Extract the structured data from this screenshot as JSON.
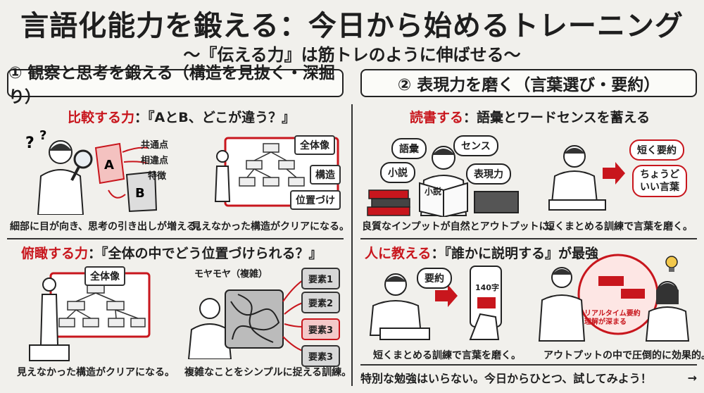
{
  "title": "言語化能力を鍛える：今日から始めるトレーニング",
  "subtitle": "〜『伝える力』は筋トレのように伸ばせる〜",
  "left": {
    "header": "① 観察と思考を鍛える（構造を見抜く・深掘り）",
    "compare": {
      "heading_red": "比較する力",
      "heading_rest": "：『AとB、どこが違う？』",
      "marks": [
        "?",
        "?"
      ],
      "box_a": "A",
      "box_b": "B",
      "labels": [
        "共通点",
        "相違点",
        "特徴"
      ],
      "caption": "細部に目が向き、思考の引き出しが増える。"
    },
    "structure": {
      "labels": [
        "全体像",
        "構造",
        "位置づけ"
      ],
      "caption": "見えなかった構造がクリアになる。"
    },
    "overview": {
      "heading_red": "俯瞰する力",
      "heading_rest": "：『全体の中でどう位置づけられる？』",
      "label": "全体像",
      "caption": "見えなかった構造がクリアになる。"
    },
    "simplify": {
      "label": "モヤモヤ（複雑）",
      "elements": [
        "要素1",
        "要素2",
        "要素3",
        "要素3"
      ],
      "caption": "複雑なことをシンプルに捉える訓練。"
    }
  },
  "right": {
    "header": "② 表現力を磨く（言葉選び・要約）",
    "reading": {
      "heading_red": "読書する",
      "heading_rest": "：語彙とワードセンスを蓄える",
      "bubbles": [
        "語彙",
        "センス",
        "小説",
        "表現力"
      ],
      "book_label": "小説",
      "caption": "良質なインプットが自然とアウトプットに。"
    },
    "summary": {
      "bubbles": [
        "短く要約",
        "ちょうど\nいい言葉"
      ],
      "caption": "短くまとめる訓練で言葉を磨く。"
    },
    "teach": {
      "heading_red": "人に教える",
      "heading_rest": "：『誰かに説明する』が最強",
      "bubble": "要約",
      "phone_label": "140字",
      "caption_left": "短くまとめる訓練で言葉を磨く。",
      "red_text": "リアルタイム要約\n理解が深まる",
      "caption_right": "アウトプットの中で圧倒的に効果的。"
    },
    "footer": {
      "text": "特別な勉強はいらない。今日からひとつ、試してみよう！",
      "arrow": "→"
    }
  },
  "colors": {
    "accent": "#c8161d",
    "background": "#f1f0ec",
    "ink": "#1e1e1e"
  },
  "icons": [
    "magnifier-icon",
    "lightbulb-icon",
    "person-icon",
    "book-icon",
    "phone-icon",
    "arrow-icon"
  ]
}
